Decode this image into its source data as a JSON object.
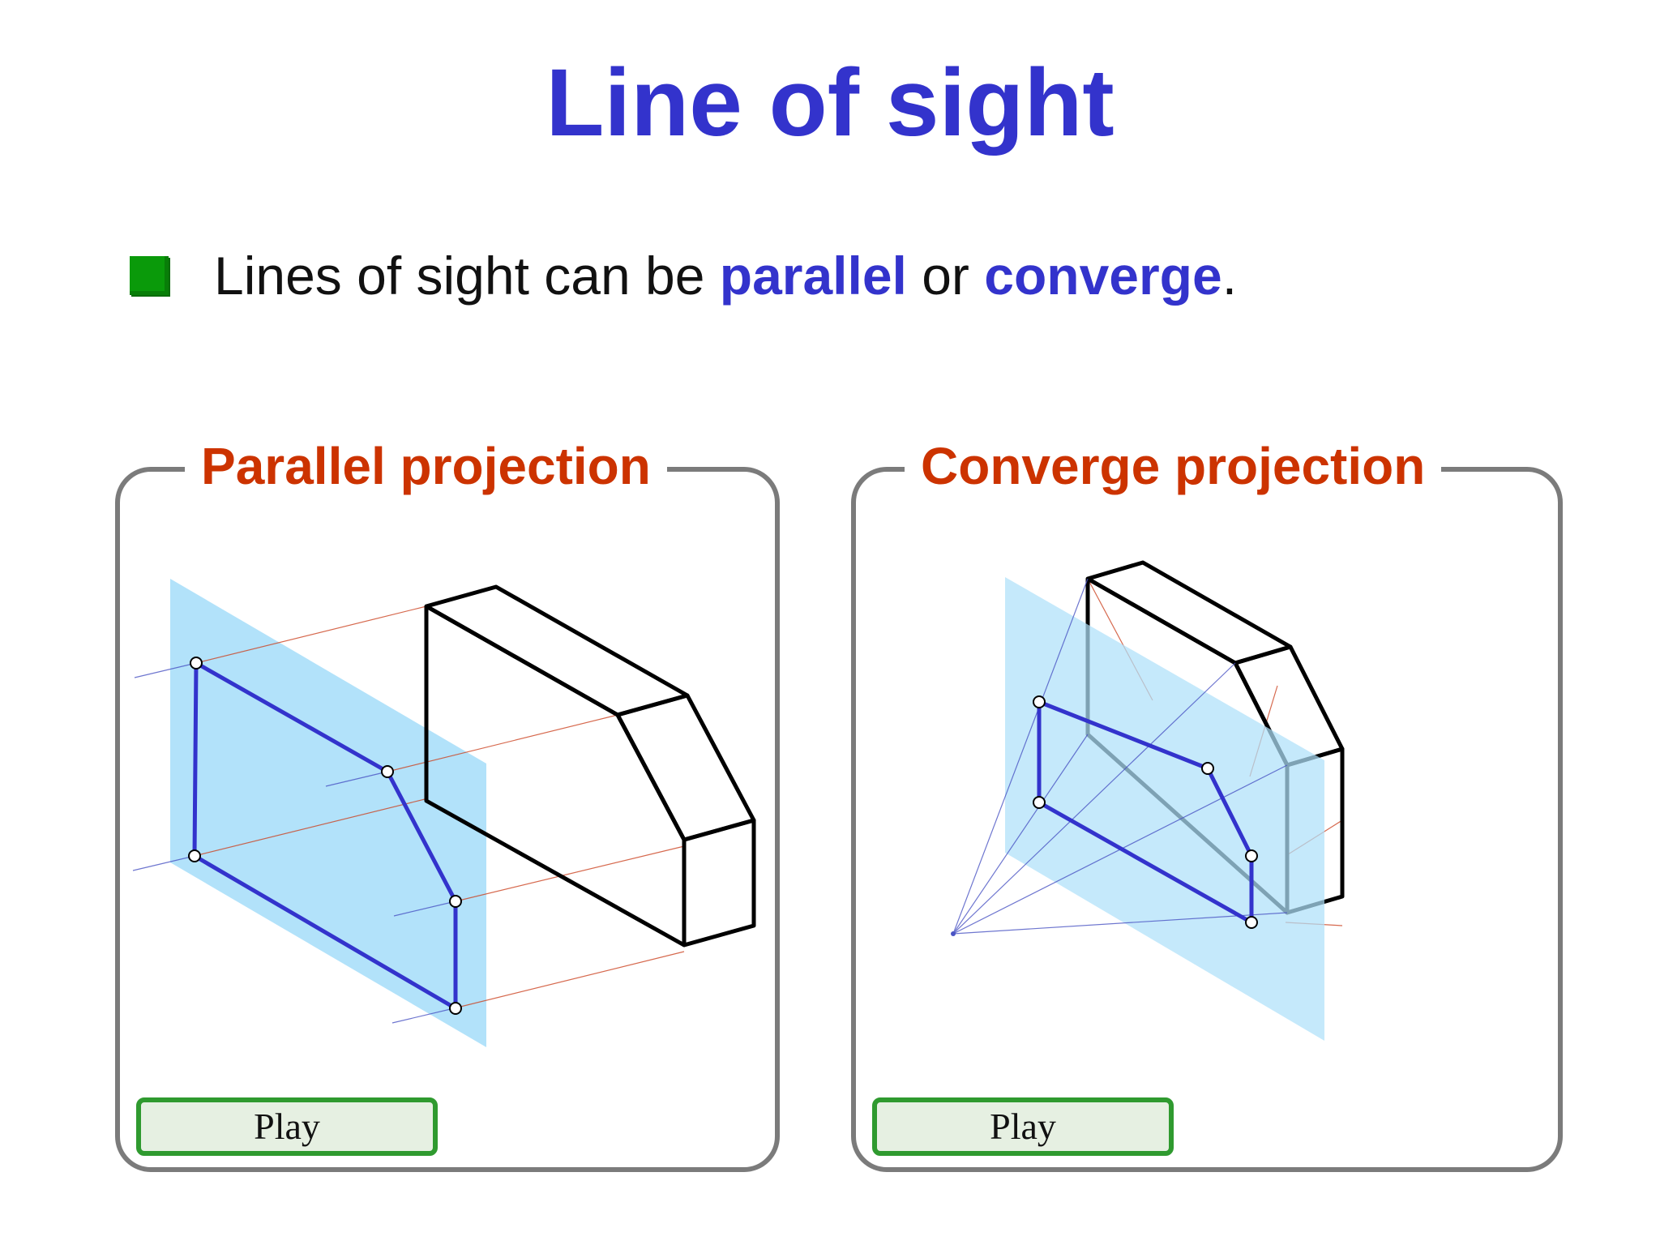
{
  "title": "Line of sight",
  "bullet": {
    "prefix": "Lines of sight can be ",
    "term1": "parallel",
    "middle": " or ",
    "term2": "converge",
    "suffix": "."
  },
  "panels": [
    {
      "title": "Parallel projection",
      "button_label": "Play"
    },
    {
      "title": "Converge projection",
      "button_label": "Play"
    }
  ],
  "colors": {
    "title": "#3333cc",
    "panel_title": "#cc3300",
    "bullet": "#0a9a0a",
    "projection_plane": "#aee0fa",
    "projected_outline": "#3333cc",
    "object_edges": "#000000",
    "button_border": "#2f9a2f"
  }
}
